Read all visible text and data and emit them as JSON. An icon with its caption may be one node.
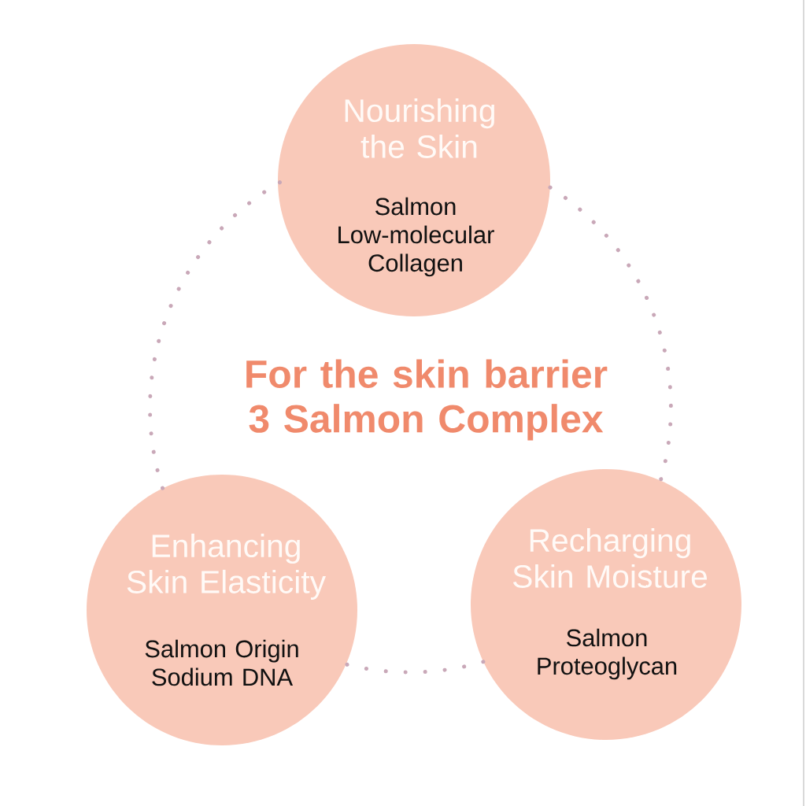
{
  "diagram": {
    "title": "For the skin barrier 3 Salmon Complex",
    "nodes": [
      {
        "text": [
          "Nourishing the Skin",
          "Salmon Low-molecular Collagen"
        ]
      },
      {
        "text": [
          "Enhancing Skin Elasticity",
          "Salmon Origin Sodium DNA"
        ]
      },
      {
        "text": [
          "Recharging Skin Moisture",
          "Salmon Proteoglycan"
        ]
      }
    ],
    "edges": [
      {
        "from": 0,
        "to": 2,
        "arrow": "none"
      },
      {
        "from": 2,
        "to": 1,
        "arrow": "none"
      },
      {
        "from": 1,
        "to": 0,
        "arrow": "none"
      }
    ]
  }
}
